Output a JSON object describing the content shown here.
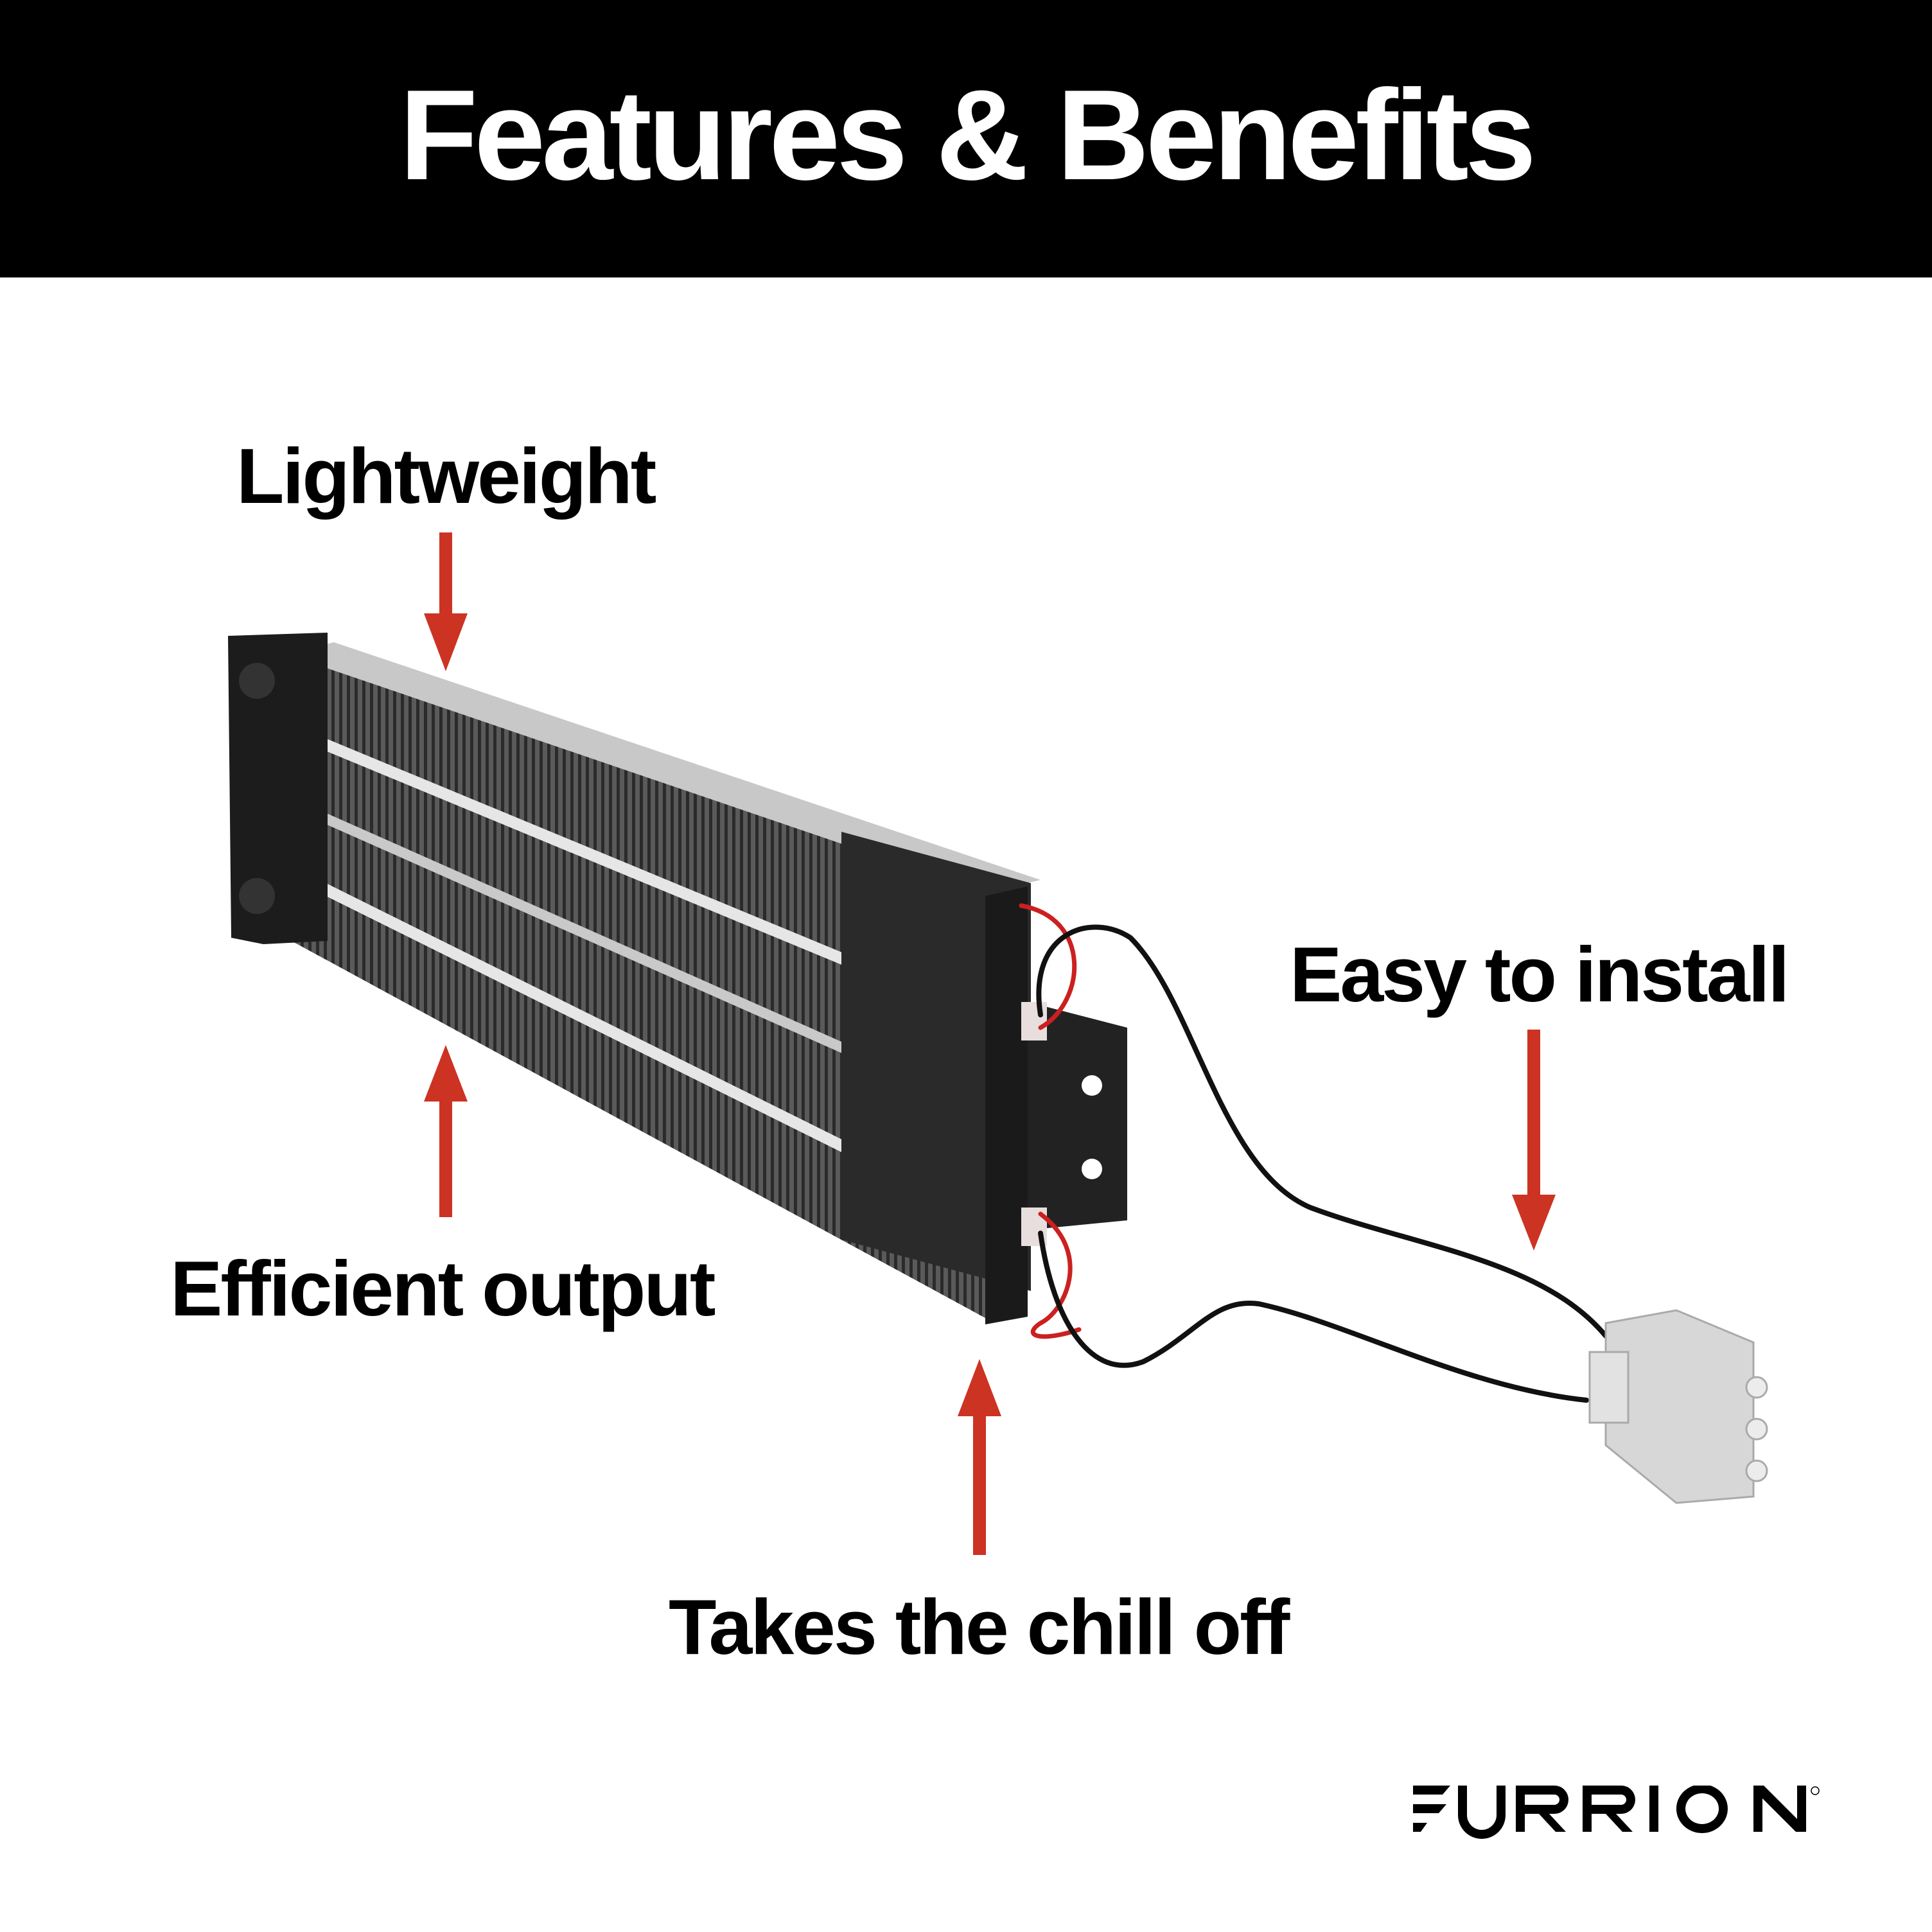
{
  "header": {
    "title": "Features & Benefits"
  },
  "callouts": {
    "lightweight": "Lightweight",
    "efficient_output": "Efficient output",
    "easy_to_install": "Easy to install",
    "takes_the_chill_off": "Takes the chill off"
  },
  "brand": {
    "logo_text": "FURRION"
  },
  "colors": {
    "header_bg": "#000000",
    "arrow": "#cc3322",
    "text": "#000000"
  }
}
